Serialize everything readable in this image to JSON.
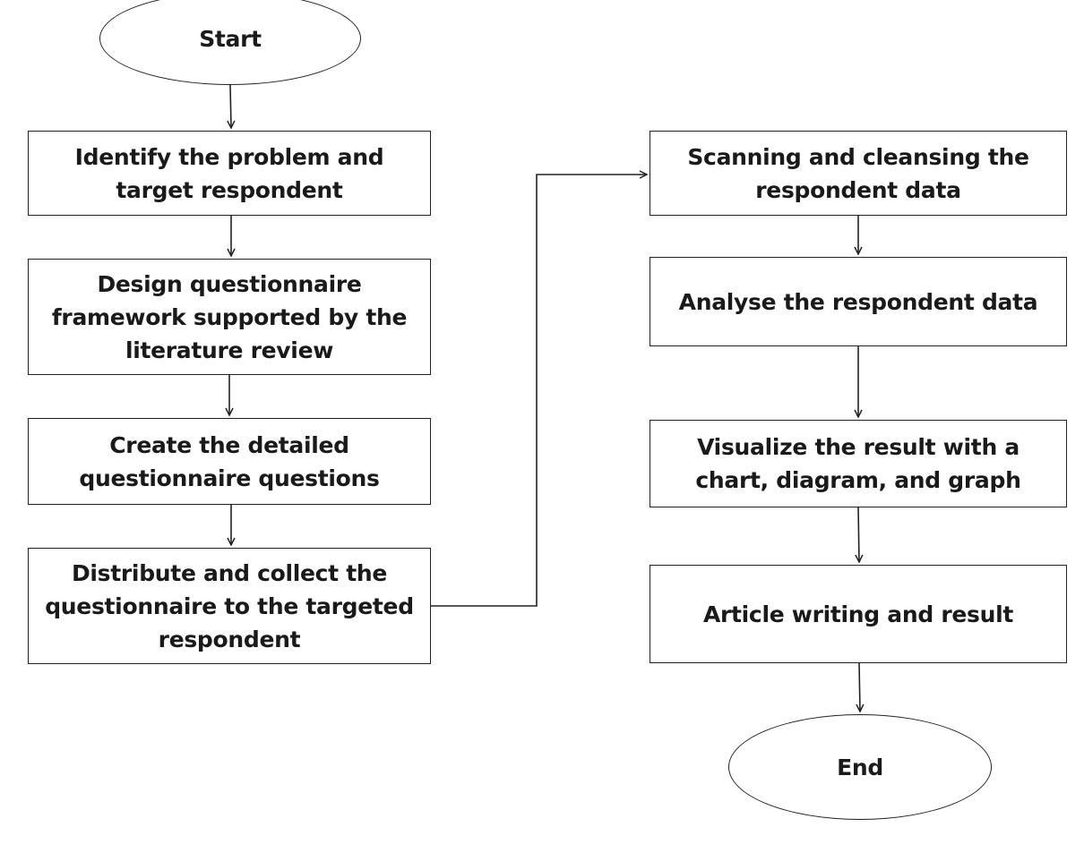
{
  "flowchart": {
    "nodes": [
      {
        "id": "start",
        "shape": "terminal",
        "label": "Start"
      },
      {
        "id": "step1",
        "shape": "process",
        "label": "Identify the problem and\ntarget respondent"
      },
      {
        "id": "step2",
        "shape": "process",
        "label": "Design questionnaire\nframework supported by the\nliterature review"
      },
      {
        "id": "step3",
        "shape": "process",
        "label": "Create the detailed\nquestionnaire questions"
      },
      {
        "id": "step4",
        "shape": "process",
        "label": "Distribute and collect the\nquestionnaire to the targeted\nrespondent"
      },
      {
        "id": "step5",
        "shape": "process",
        "label": "Scanning and cleansing the\nrespondent data"
      },
      {
        "id": "step6",
        "shape": "process",
        "label": "Analyse the respondent data"
      },
      {
        "id": "step7",
        "shape": "process",
        "label": "Visualize the result with a\nchart, diagram, and graph"
      },
      {
        "id": "step8",
        "shape": "process",
        "label": "Article writing and result"
      },
      {
        "id": "end",
        "shape": "terminal",
        "label": "End"
      }
    ],
    "edges": [
      {
        "from": "start",
        "to": "step1"
      },
      {
        "from": "step1",
        "to": "step2"
      },
      {
        "from": "step2",
        "to": "step3"
      },
      {
        "from": "step3",
        "to": "step4"
      },
      {
        "from": "step4",
        "to": "step5"
      },
      {
        "from": "step5",
        "to": "step6"
      },
      {
        "from": "step6",
        "to": "step7"
      },
      {
        "from": "step7",
        "to": "step8"
      },
      {
        "from": "step8",
        "to": "end"
      }
    ]
  },
  "colors": {
    "line": "#222222",
    "text": "#1a1a1a",
    "background": "#ffffff"
  }
}
